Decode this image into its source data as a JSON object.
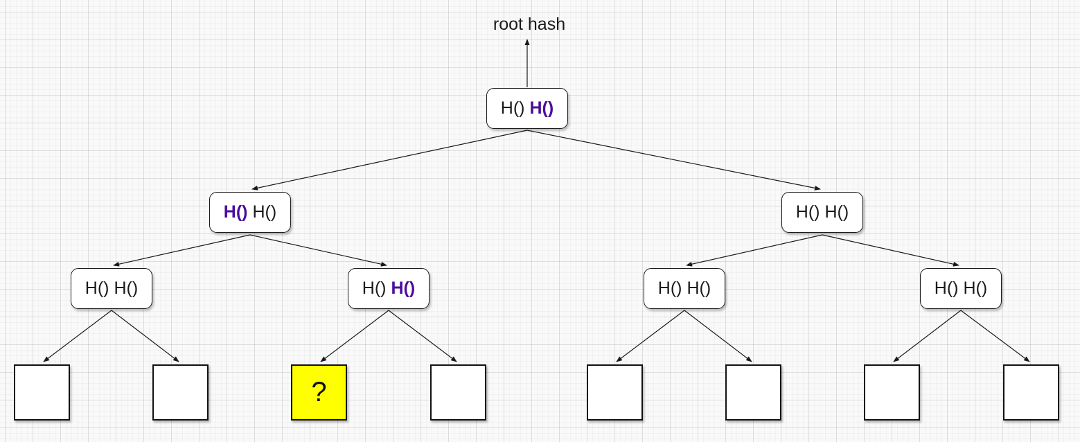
{
  "diagram": {
    "root_hash_label": "root hash",
    "question_mark_label": "?"
  },
  "nodes": {
    "root": {
      "first": "H()",
      "second": "H()",
      "emphasis": "second"
    },
    "left": {
      "first": "H()",
      "second": "H()",
      "emphasis": "first"
    },
    "right": {
      "first": "H()",
      "second": "H()",
      "emphasis": "none"
    },
    "left_left": {
      "first": "H()",
      "second": "H()",
      "emphasis": "none"
    },
    "left_right": {
      "first": "H()",
      "second": "H()",
      "emphasis": "second"
    },
    "right_left": {
      "first": "H()",
      "second": "H()",
      "emphasis": "none"
    },
    "right_right": {
      "first": "H()",
      "second": "H()",
      "emphasis": "none"
    }
  },
  "leaves": {
    "count": 8,
    "unknown_leaf_index": 3
  },
  "colors": {
    "emphasis_purple": "#4B0D9E",
    "highlight_yellow": "#FFFF00",
    "line_black": "#1A1A1A"
  }
}
